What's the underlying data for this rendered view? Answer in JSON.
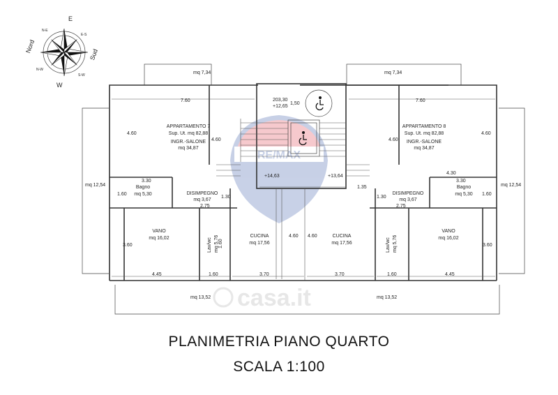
{
  "title": "PLANIMETRIA PIANO QUARTO",
  "scale": "SCALA 1:100",
  "compass": {
    "n": "Nord",
    "s": "Sud",
    "e": "E",
    "w": "W",
    "ne": "N-E",
    "nw": "N-W",
    "se": "E-S",
    "sw": "S-W"
  },
  "balconies": {
    "top_left": "mq 7,34",
    "top_right": "mq 7,34",
    "side_left": "mq 12,54",
    "side_right": "mq 12,54",
    "bottom_left": "mq 13,52",
    "bottom_right": "mq 13,52"
  },
  "stair_core": {
    "level_top": "203,30",
    "level_top2": "+12,65",
    "dim_top": "1,50",
    "level_left": "+14,63",
    "level_right": "+13,64"
  },
  "apt7": {
    "name": "APPARTAMENTO 7",
    "area": "Sup. Ut. mq 82,88",
    "living": "INGR.-SALONE",
    "living_area": "mq 34,87",
    "bath": "Bagno",
    "bath_area": "mq 5,30",
    "hall": "DISIMPEGNO",
    "hall_area": "mq 3,67",
    "kitchen": "CUCINA",
    "kitchen_area": "mq 17,56",
    "room": "VANO",
    "room_area": "mq 16,02",
    "laundry": "Lav/wc",
    "laundry_area": "mq 5,76"
  },
  "apt8": {
    "name": "APPARTAMENTO 8",
    "area": "Sup. Ut. mq 82,88",
    "living": "INGR.-SALONE",
    "living_area": "mq 34,87",
    "bath": "Bagno",
    "bath_area": "mq 5,30",
    "hall": "DISIMPEGNO",
    "hall_area": "mq 3,67",
    "kitchen": "CUCINA",
    "kitchen_area": "mq 17,56",
    "room": "VANO",
    "room_area": "mq 16,02",
    "laundry": "Lav/wc",
    "laundry_area": "mq 5,76"
  },
  "dims": {
    "d760": "7.60",
    "d460": "4.60",
    "d330": "3.30",
    "d160": "1.60",
    "d275": "2.75",
    "d130": "1.30",
    "d360": "3.60",
    "d445": "4.45",
    "d370": "3.70",
    "d430": "4.30",
    "d135": "1.35"
  },
  "watermark": {
    "brand": "RE/MAX",
    "site": "casa.it"
  },
  "colors": {
    "watermark_red": "#e04050",
    "watermark_blue": "#3a5aa8"
  }
}
